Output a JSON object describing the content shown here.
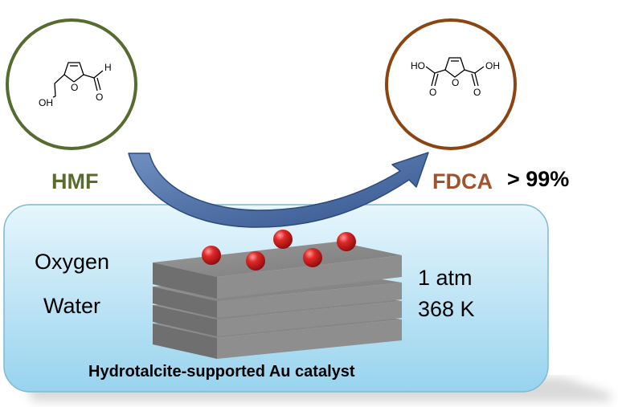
{
  "reactant": {
    "name": "HMF",
    "name_color": "#5b6b2d",
    "circle_color": "#556b2f",
    "atoms": {
      "h": "H",
      "o_ring": "O",
      "o_carbonyl": "O",
      "oh": "OH"
    }
  },
  "product": {
    "name": "FDCA",
    "name_color": "#a0522d",
    "circle_color": "#8b4513",
    "yield": "> 99%",
    "atoms": {
      "ho_left": "HO",
      "oh_right": "OH",
      "o_ring": "O",
      "o_left": "O",
      "o_right": "O"
    }
  },
  "conditions": {
    "oxidant": "Oxygen",
    "solvent": "Water",
    "pressure": "1 atm",
    "temperature": "368 K"
  },
  "catalyst": {
    "label": "Hydrotalcite-supported Au catalyst"
  },
  "colors": {
    "panel_top": "#dff3fb",
    "panel_bottom": "#9fd6ee",
    "arrow": "#4a6fa5",
    "particle": "#d42020",
    "sheet": "#8a8a8a"
  }
}
